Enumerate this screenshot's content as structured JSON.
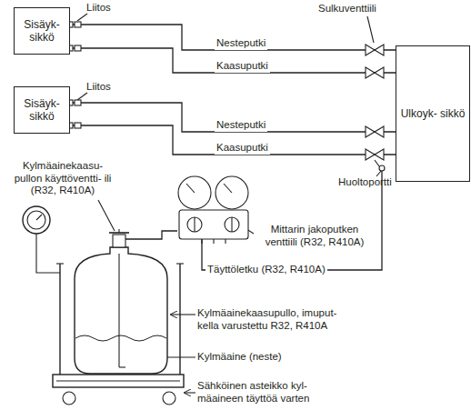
{
  "diagram": {
    "nodes": [
      {
        "text": [
          "Sisäyk- sikkö"
        ]
      },
      {
        "text": [
          "Sisäyk- sikkö"
        ]
      },
      {
        "text": [
          "Ulkoyk- sikkö"
        ]
      }
    ],
    "edges": [
      {
        "from": 0,
        "to": 2,
        "arrow": "none",
        "label": "Nesteputki"
      },
      {
        "from": 0,
        "to": 2,
        "arrow": "none",
        "label": "Kaasuputki"
      },
      {
        "from": 1,
        "to": 2,
        "arrow": "none",
        "label": "Nesteputki"
      },
      {
        "from": 1,
        "to": 2,
        "arrow": "none",
        "label": "Kaasuputki"
      }
    ],
    "labels": [
      "Liitos",
      "Liitos",
      "Sulkuventtiili",
      "Huoltoportti",
      "Kylmäainekaasu- pullon käyttöventti- ili (R32, R410A)",
      "Mittarin jakoputken venttiili (R32, R410A)",
      "Täyttöletku (R32, R410A)",
      "Kylmäainekaasupullo, imuput- kella varustettu R32, R410A",
      "Kylmäaine (neste)",
      "Sähköinen asteikko kyl- mäaineen täyttöä varten"
    ]
  }
}
